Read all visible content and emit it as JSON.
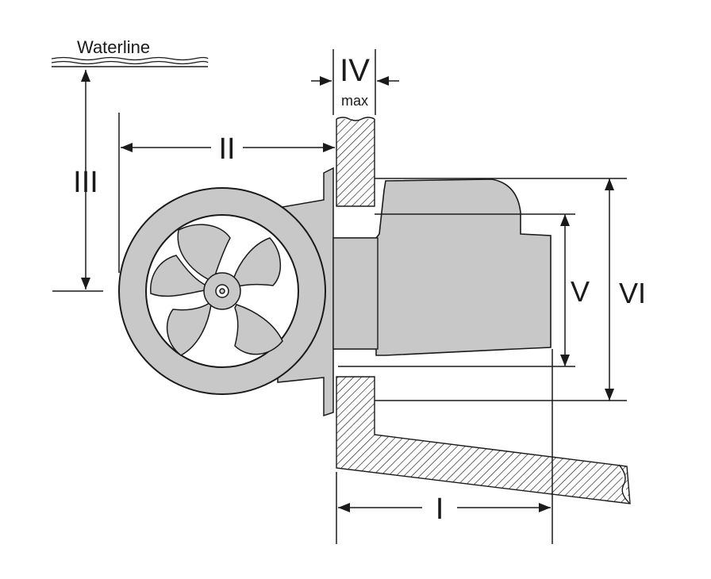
{
  "labels": {
    "waterline": "Waterline",
    "dim_i": "I",
    "dim_ii": "II",
    "dim_iii": "III",
    "dim_iv": "IV",
    "dim_iv_note": "max",
    "dim_v": "V",
    "dim_vi": "VI"
  },
  "colors": {
    "line": "#1a1a1a",
    "thruster_fill": "#c8c8c8",
    "background": "#ffffff"
  }
}
